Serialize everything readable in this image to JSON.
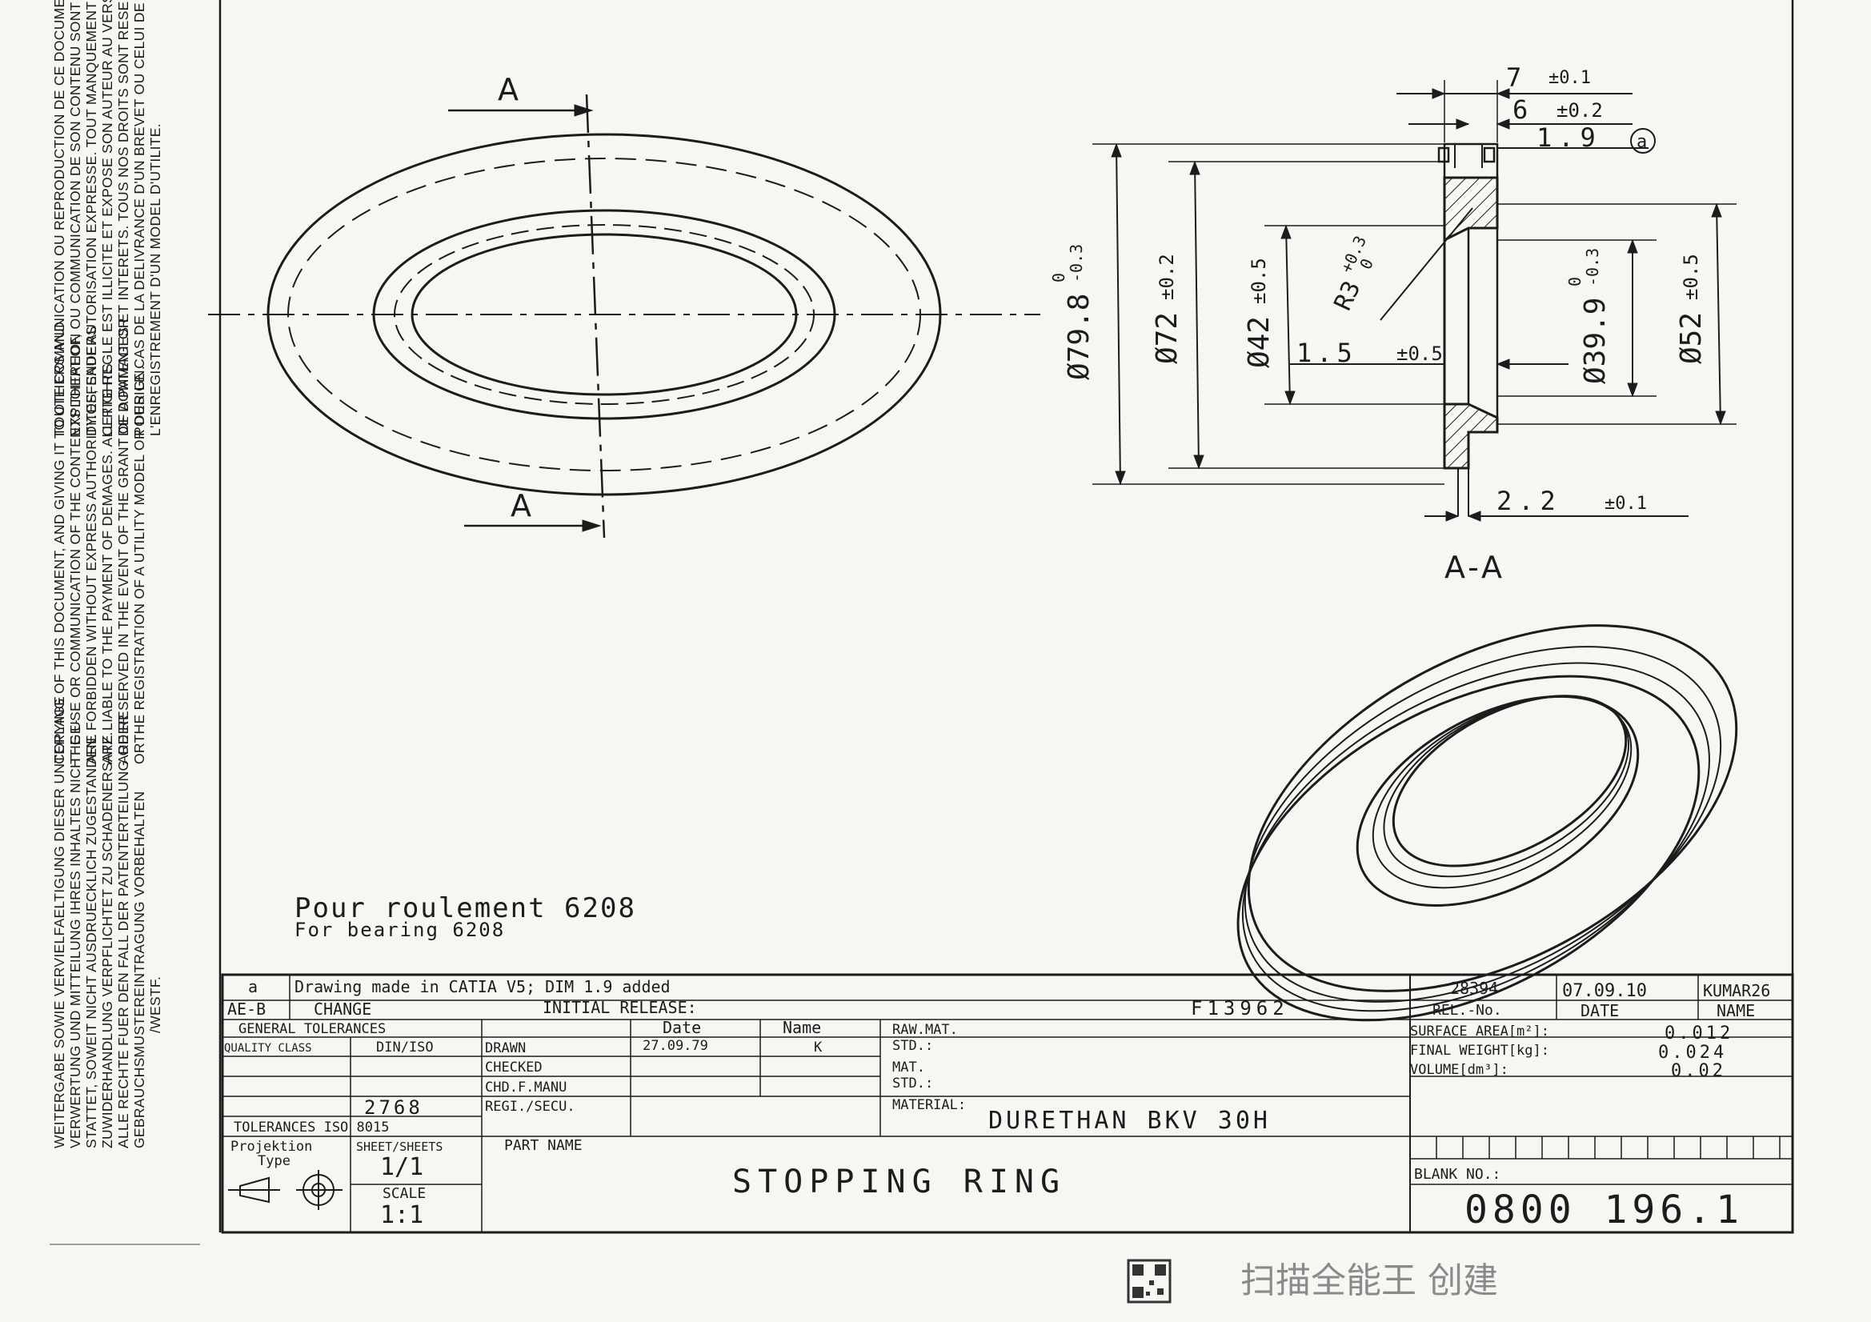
{
  "margin_notes": {
    "fr": [
      "TOUTE COMMUNICATION OU REPRODUCTION DE CE DOCUMENT, TOUTE",
      "EXPLOITATION OU COMMUNICATION DE SON CONTENU SONT INTER-",
      "DITES, SAUF AUTORISATION EXPRESSE. TOUT MANQUEMENT A",
      "CETTE REGLE EST ILLICITE ET EXPOSE SON AUTEUR AU VERSEMENT",
      "DE DOMMAGES ET INTERETS. TOUS NOS DROITS SONT RESERVES",
      "POUR LE CAS DE LA DELIVRANCE D'UN BREVET OU CELUI DE",
      "L'ENREGISTREMENT D'UN MODEL D'UTILITE."
    ],
    "en": [
      "COPYING OF THIS DOCUMENT, AND GIVING IT TO OTHERS AND",
      "THE USE OR COMMUNICATION OF THE CONTENTS THEREOF,",
      "ARE FORBIDDEN WITHOUT EXPRESS AUTHORITY.OFFENDERS",
      "ARE LIABLE TO THE PAYMENT OF DEMAGES. ALL RIGHTS",
      "ARE RESERVED IN THE EVENT OF THE GRANT OF A PATENT OR",
      "ORTHE REGISTRATION OF A UTILITY MODEL OR DESIGN."
    ],
    "de": [
      "WEITERGABE SOWIE VERVIELFAELTIGUNG DIESER UNTERLAGE",
      "VERWERTUNG UND MITTEILUNG IHRES INHALTES NICHT GE-",
      "STATTET, SOWEIT NICHT AUSDRUECKLICH ZUGESTANDEN.",
      "ZUWIDERHANDLUNG VERPFLICHTET ZU SCHADENERSATZ.",
      "ALLE RECHTE FUER DEN FALL DER PATENTERTEILUNG ODER",
      "GEBRAUCHSMUSTEREINTRAGUNG VORBEHALTEN",
      "/WESTF."
    ]
  },
  "front_view": {
    "section_label_top": "A",
    "section_label_bottom": "A"
  },
  "section_view": {
    "title": "A-A",
    "dims": {
      "w7": "7",
      "w7_tol": "±0.1",
      "w6": "6",
      "w6_tol": "±0.2",
      "w19": "1.9",
      "w19_mark": "a",
      "d798": "Ø79.8",
      "d798_tol_upper": "0",
      "d798_tol_lower": "-0.3",
      "d72": "Ø72",
      "d72_tol": "±0.2",
      "d42": "Ø42",
      "d42_tol": "±0.5",
      "r3": "R3",
      "r3_tol_upper": "+0.3",
      "r3_tol_lower": "0",
      "t15": "1.5",
      "t15_tol": "±0.5",
      "d399": "Ø39.9",
      "d399_tol_upper": "0",
      "d399_tol_lower": "-0.3",
      "d52": "Ø52",
      "d52_tol": "±0.5",
      "t22": "2.2",
      "t22_tol": "±0.1"
    }
  },
  "notes": {
    "line1": "Pour roulement 6208",
    "line2": "For bearing 6208"
  },
  "title_block": {
    "rev_letter": "a",
    "rev_text": "Drawing made in CATIA V5; DIM 1.9 added",
    "rev_no": "28394",
    "rev_date": "07.09.10",
    "rev_name": "KUMAR26",
    "change_code": "AE-B",
    "change_label": "CHANGE",
    "initial_release": "INITIAL RELEASE:",
    "release_no": "F13962",
    "rel_no_label": "REL.-No.",
    "date_label": "DATE",
    "name_label": "NAME",
    "general_tolerances": "GENERAL TOLERANCES",
    "quality_class": "QUALITY CLASS",
    "din_iso": "DIN/ISO",
    "tol_value": "2768",
    "tolerances_iso": "TOLERANCES ISO 8015",
    "col_date": "Date",
    "col_name": "Name",
    "drawn": "DRAWN",
    "drawn_date": "27.09.79",
    "drawn_name": "K",
    "checked": "CHECKED",
    "chd_f_manu": "CHD.F.MANU",
    "regl_secu": "REGI./SECU.",
    "raw_mat": "RAW.MAT.",
    "std1": "STD.:",
    "mat": "MAT.",
    "std2": "STD.:",
    "material_label": "MATERIAL:",
    "material": "DURETHAN BKV 30H",
    "surface_area_label": "SURFACE AREA[m²]:",
    "surface_area": "0.012",
    "final_weight_label": "FINAL WEIGHT[kg]:",
    "final_weight": "0.024",
    "volume_label": "VOLUME[dm³]:",
    "volume": "0.02",
    "projektion": "Projektion",
    "type": "Type",
    "sheets_label": "SHEET/SHEETS",
    "sheets": "1/1",
    "scale_label": "SCALE",
    "scale": "1:1",
    "part_name_label": "PART NAME",
    "part_name": "STOPPING RING",
    "blank_no_label": "BLANK NO.:",
    "blank_no": "0800 196.1"
  },
  "watermark": {
    "text": "扫描全能王 创建"
  }
}
